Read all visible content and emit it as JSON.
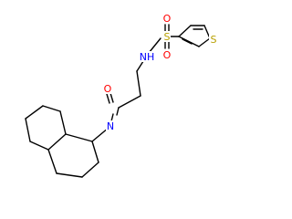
{
  "atom_labels": {
    "nh": "NH",
    "s_sulfonyl": "S",
    "o_sulfonyl_top": "O",
    "o_sulfonyl_bottom": "O",
    "s_thiophene": "S",
    "o_carbonyl": "O",
    "n_ring": "N"
  },
  "colors": {
    "bond": "#000000",
    "nitrogen": "#0000ff",
    "oxygen": "#ff0000",
    "sulfur": "#b8a000",
    "background": "#ffffff"
  }
}
